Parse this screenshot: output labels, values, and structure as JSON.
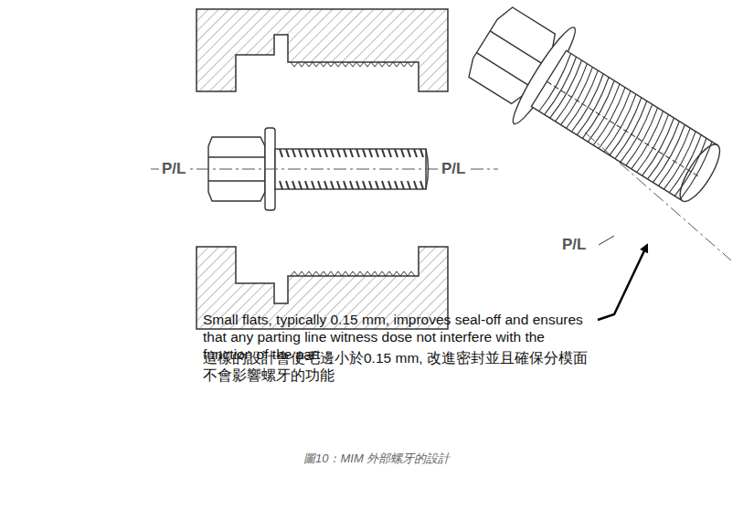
{
  "diagram": {
    "caption": "圖10：MIM 外部螺牙的設計",
    "labels": [
      "P/L",
      "P/L",
      "P/L",
      "Small flats, typically 0.15 mm, improves seal-off and ensures that any parting line witness dose not interfere with the function of the part",
      "這樣的設計會使毛邊小於0.15 mm, 改進密封並且確保分模面不會影響螺牙的功能"
    ]
  }
}
